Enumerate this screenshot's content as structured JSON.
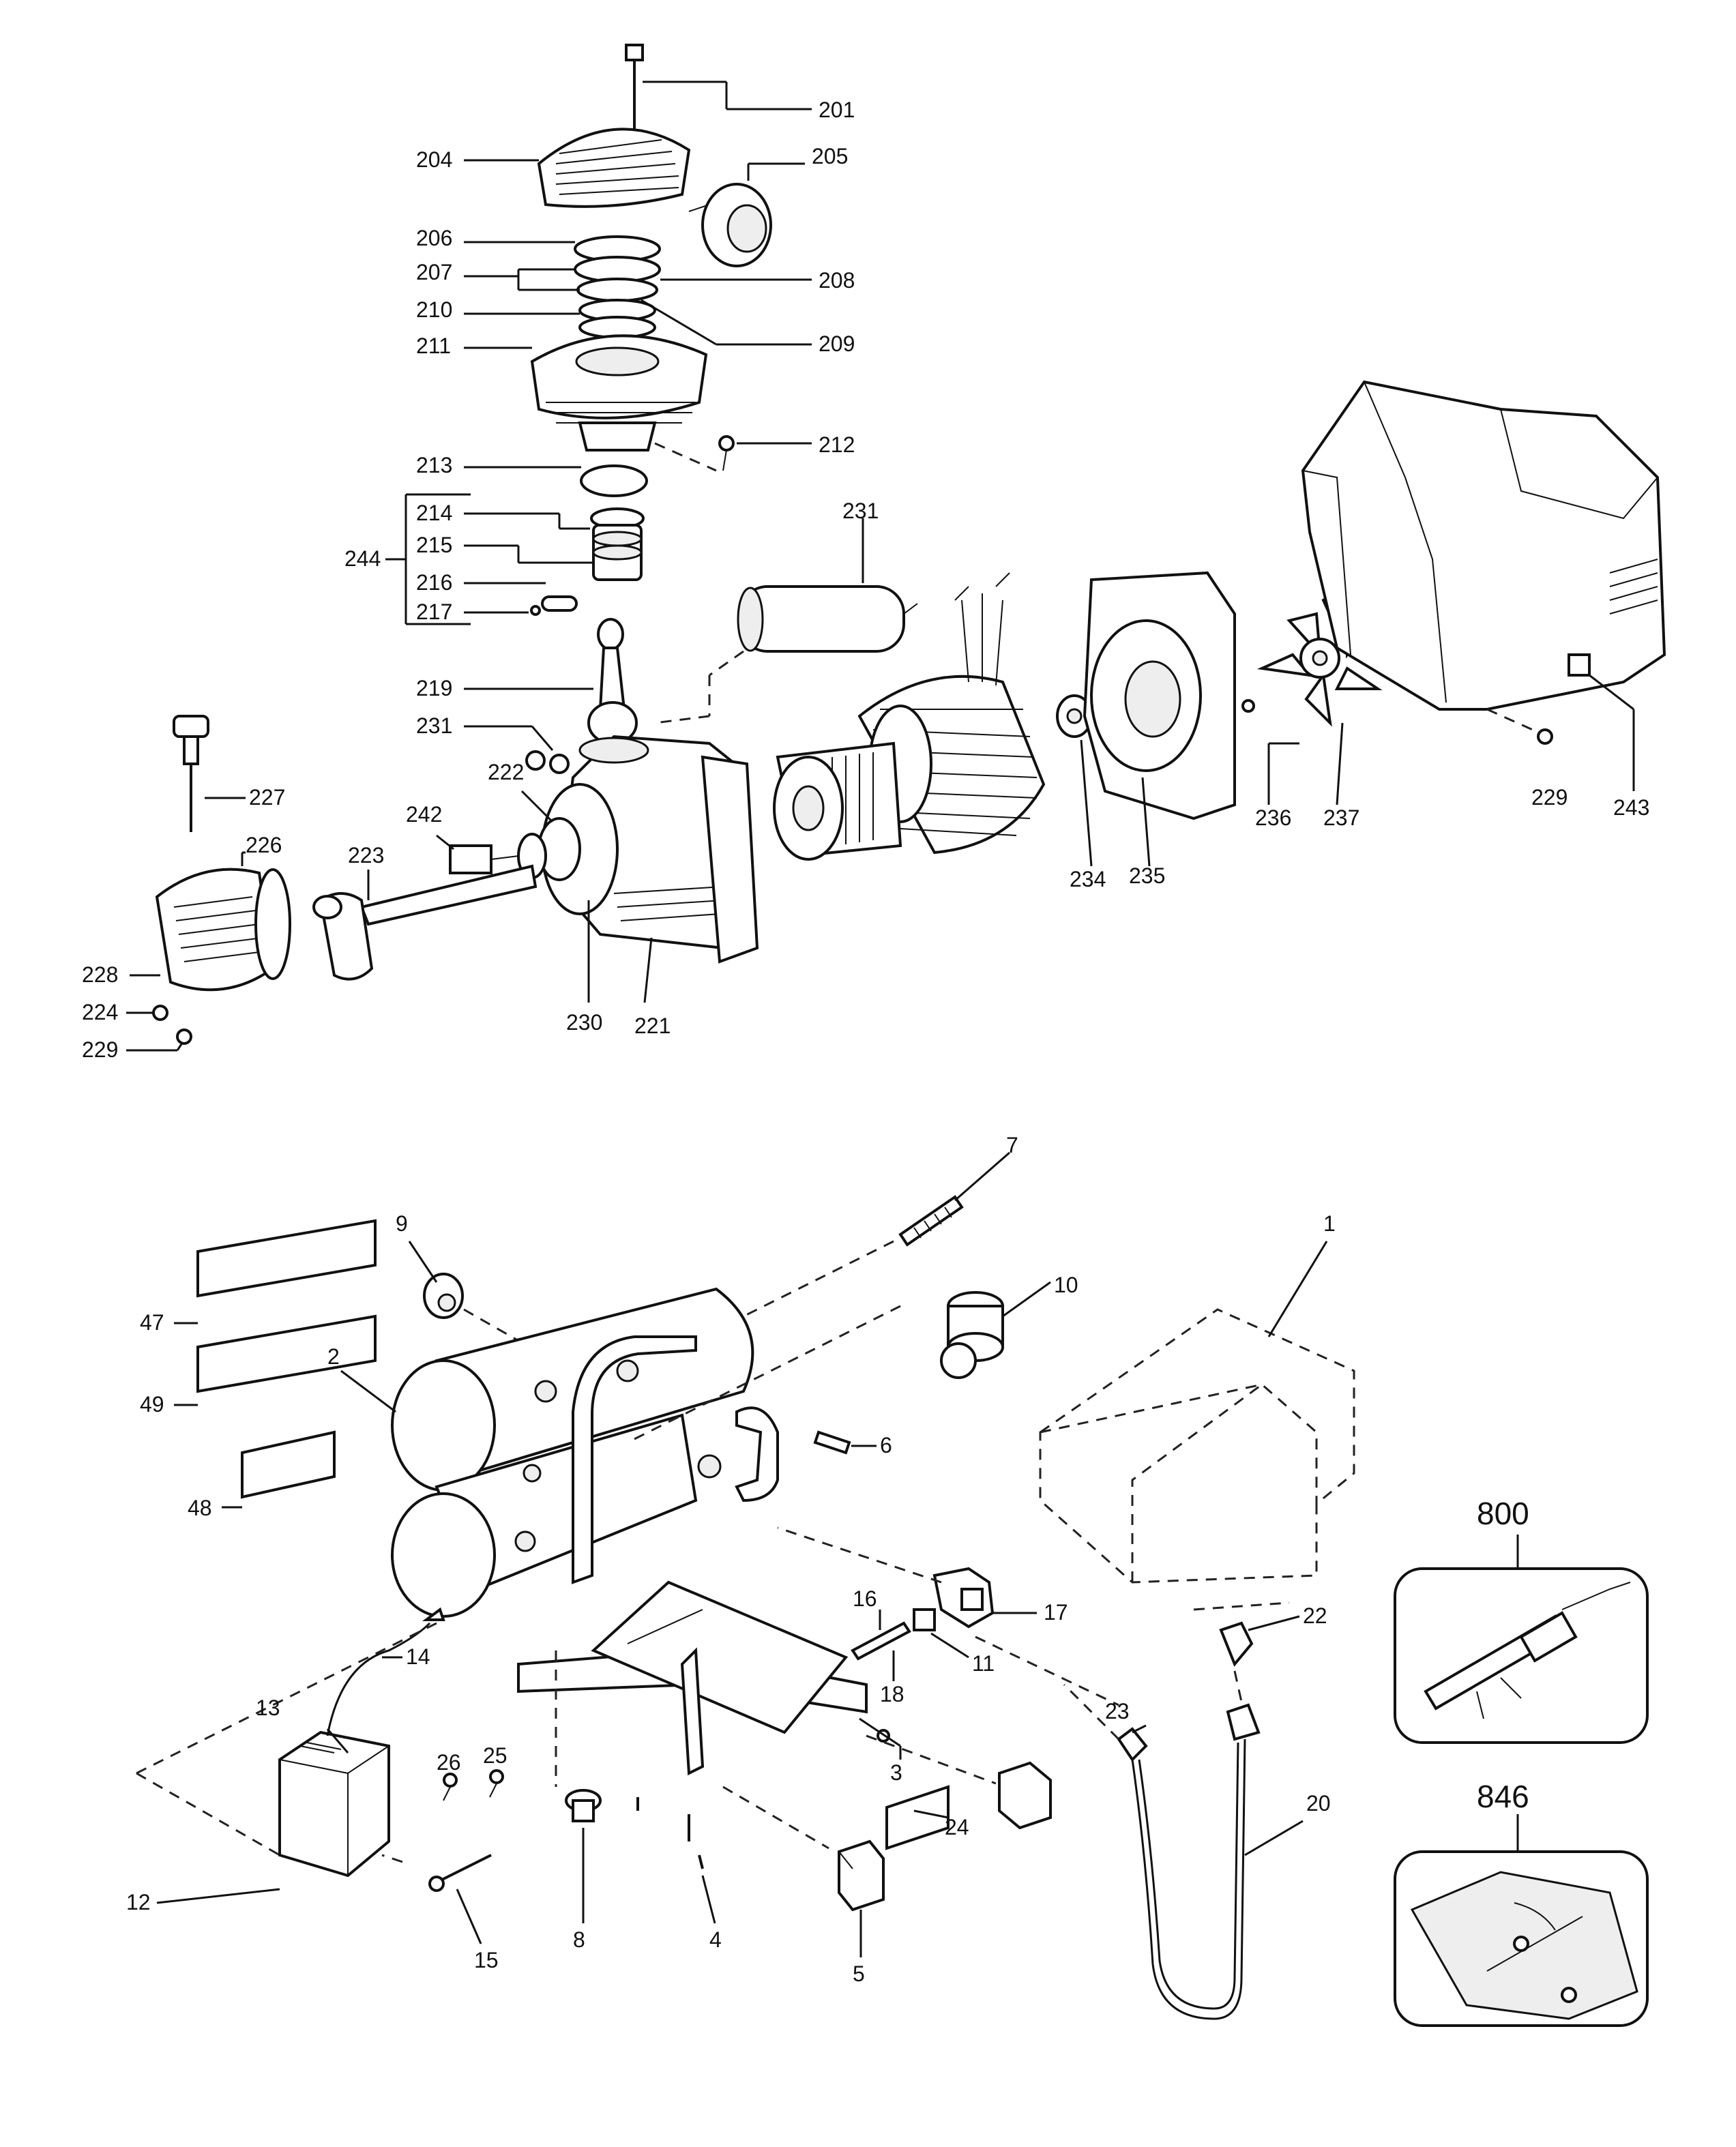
{
  "diagram": {
    "labels": {
      "p201": "201",
      "p204": "204",
      "p205": "205",
      "p206": "206",
      "p207": "207",
      "p208": "208",
      "p209": "209",
      "p210": "210",
      "p211": "211",
      "p212": "212",
      "p213": "213",
      "p214": "214",
      "p215": "215",
      "p216": "216",
      "p217": "217",
      "p244": "244",
      "p219": "219",
      "p231a": "231",
      "p231b": "231",
      "p222": "222",
      "p242": "242",
      "p227": "227",
      "p226": "226",
      "p223": "223",
      "p228": "228",
      "p224": "224",
      "p229a": "229",
      "p230": "230",
      "p221": "221",
      "p234": "234",
      "p235": "235",
      "p236": "236",
      "p237": "237",
      "p229b": "229",
      "p243": "243",
      "p7": "7",
      "p9": "9",
      "p10": "10",
      "p1": "1",
      "p47": "47",
      "p49": "49",
      "p2": "2",
      "p6": "6",
      "p48": "48",
      "p800": "800",
      "p16": "16",
      "p17": "17",
      "p22": "22",
      "p11": "11",
      "p18": "18",
      "p23": "23",
      "p3": "3",
      "p14": "14",
      "p13": "13",
      "p26": "26",
      "p25": "25",
      "p20": "20",
      "p846": "846",
      "p24": "24",
      "p12": "12",
      "p15": "15",
      "p8": "8",
      "p4": "4",
      "p5": "5"
    }
  }
}
